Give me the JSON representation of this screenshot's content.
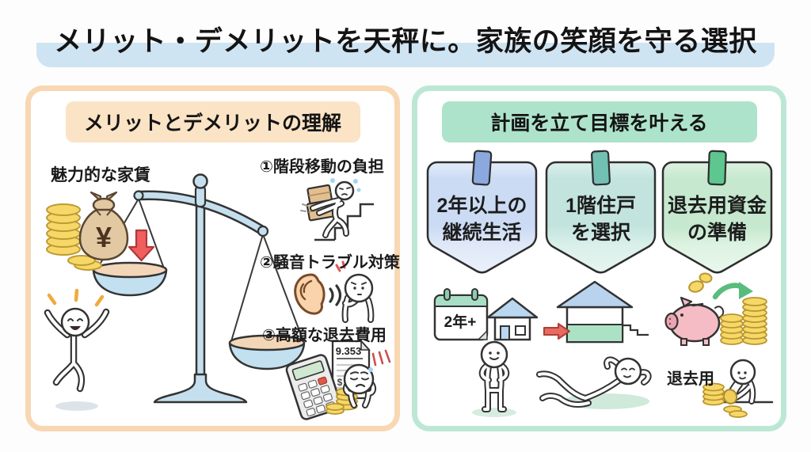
{
  "title": "メリット・デメリットを天秤に。家族の笑顔を守る選択",
  "left_panel": {
    "header": "メリットとデメリットの理解",
    "merit_label": "魅力的な家賃",
    "money_bag_symbol": "¥",
    "demerit_items": [
      "①階段移動の負担",
      "②騒音トラブル対策",
      "③高額な退去費用"
    ],
    "receipt_amount": "9.353",
    "receipt_currency": "$"
  },
  "right_panel": {
    "header": "計画を立て目標を叶える",
    "banners": [
      {
        "line1": "2年以上の",
        "line2": "継続生活"
      },
      {
        "line1": "1階住戸",
        "line2": "を選択"
      },
      {
        "line1": "退去用資金",
        "line2": "の準備"
      }
    ],
    "calendar_label": "2年+",
    "moveout_label": "退去用"
  },
  "colors": {
    "title_highlight": "#cfe4f3",
    "left_panel_border": "#f8d7b3",
    "left_header_bg": "#fbe3c6",
    "right_panel_border": "#bde7d5",
    "right_header_bg": "#aee3cb",
    "scale_blue": "#c5dfee",
    "pan_rim": "#f3d6b8",
    "coin_gold": "#f6d869",
    "money_bag": "#e3c9a2",
    "accent_red": "#f15e5e",
    "banner1_bg": "#cbdbf4",
    "banner1_tab": "#8ba9de",
    "banner2_bg": "#c3e4de",
    "banner2_tab": "#72c0b4",
    "banner3_bg": "#c5e8ce",
    "banner3_tab": "#5ec68f",
    "piggy_pink": "#f6bcc6",
    "arrow_green": "#58bd7c",
    "first_floor_green": "#abe2c5",
    "roof_blue": "#b9d3ee"
  }
}
